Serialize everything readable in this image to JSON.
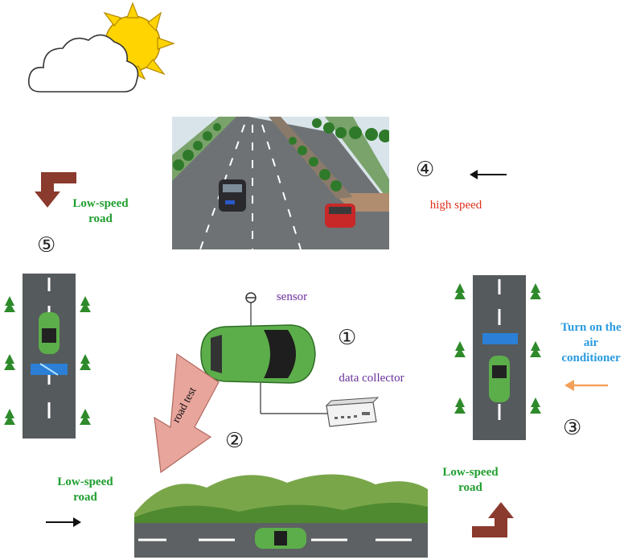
{
  "steps": {
    "s1": "①",
    "s2": "②",
    "s3": "③",
    "s4": "④",
    "s5": "⑤"
  },
  "labels": {
    "sensor": "sensor",
    "data_collector": "data collector",
    "road_test": "road test",
    "high_speed": "high speed",
    "turn_on_ac_line1": "Turn on the",
    "turn_on_ac_line2": "air",
    "turn_on_ac_line3": "conditioner",
    "low_speed_left_top": "Low-speed",
    "low_speed_left_top2": "road",
    "low_speed_bottom_left": "Low-speed",
    "low_speed_bottom_left2": "road",
    "low_speed_bottom_right": "Low-speed",
    "low_speed_bottom_right2": "road"
  },
  "colors": {
    "car_green": "#5cae4a",
    "road_gray": "#5d6163",
    "arrow_brown": "#8b3a2e",
    "arrow_pink": "#e8a59c",
    "label_green": "#1f9e2e",
    "label_red": "#e0301e",
    "label_purple": "#6a2f9a",
    "label_blue": "#2a9be0",
    "arrow_orange": "#f5a05a",
    "sun_yellow": "#ffd400"
  }
}
